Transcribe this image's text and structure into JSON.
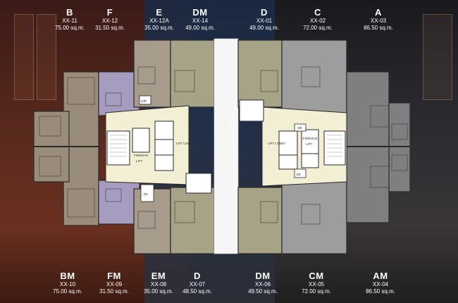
{
  "top_units": [
    {
      "type": "B",
      "code": "XX-11",
      "area": "75.00 sq.m."
    },
    {
      "type": "F",
      "code": "XX-12",
      "area": "31.50 sq.m."
    },
    {
      "type": "E",
      "code": "XX-12A",
      "area": "35.00 sq.m."
    },
    {
      "type": "DM",
      "code": "XX-14",
      "area": "49.00 sq.m."
    },
    {
      "type": "D",
      "code": "XX-01",
      "area": "49.00 sq.m."
    },
    {
      "type": "C",
      "code": "XX-02",
      "area": "72.00 sq.m."
    },
    {
      "type": "A",
      "code": "XX-03",
      "area": "86.50 sq.m."
    }
  ],
  "bottom_units": [
    {
      "type": "BM",
      "code": "XX-10",
      "area": "75.00 sq.m."
    },
    {
      "type": "FM",
      "code": "XX-09",
      "area": "31.50 sq.m."
    },
    {
      "type": "EM",
      "code": "XX-08",
      "area": "35.00 sq.m."
    },
    {
      "type": "D",
      "code": "XX-07",
      "area": "48.50 sq.m."
    },
    {
      "type": "DM",
      "code": "XX-06",
      "area": "49.50 sq.m."
    },
    {
      "type": "CM",
      "code": "XX-05",
      "area": "72.00 sq.m."
    },
    {
      "type": "AM",
      "code": "XX-04",
      "area": "86.50 sq.m."
    }
  ],
  "plan_labels": {
    "left_lobby": "LIFT LOBBY",
    "right_lobby": "LIFT LOBBY",
    "left_fireman": "FIREMAN",
    "right_fireman": "FIREMAN",
    "left_lift": "LIFT",
    "right_lift": "LIFT",
    "left_gb": "G/B",
    "right_gb": "GB",
    "left_ee": "EE",
    "right_ee": "EE"
  },
  "colors": {
    "type_b": "#9a8c7a",
    "type_f": "#a59cc0",
    "type_e": "#a79b8b",
    "type_dm": "#a6a386",
    "type_c": "#9d9d9d",
    "type_a": "#7f7f7f",
    "core": "#f3efd5",
    "wall": "#2a2a2a"
  }
}
